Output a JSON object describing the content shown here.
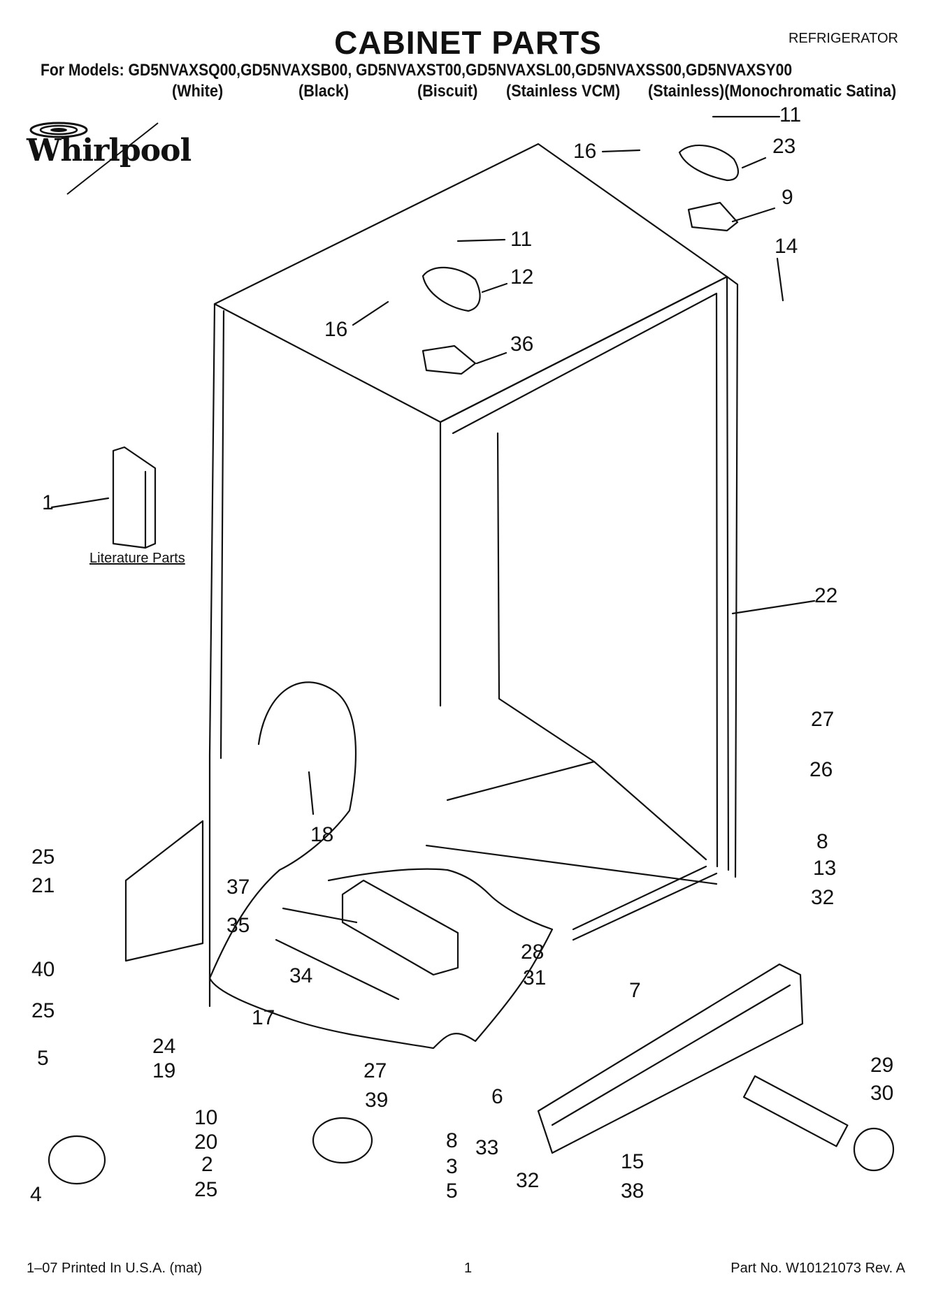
{
  "header": {
    "title": "CABINET PARTS",
    "doc_type": "REFRIGERATOR",
    "models_line": "For Models: GD5NVAXSQ00,GD5NVAXSB00, GD5NVAXST00,GD5NVAXSL00,GD5NVAXSS00,GD5NVAXSY00",
    "colors": [
      "(White)",
      "(Black)",
      "(Biscuit)",
      "(Stainless VCM)",
      "(Stainless)(Monochromatic Satina)"
    ]
  },
  "brand": "Whirlpool",
  "literature_label": "Literature Parts",
  "callouts": [
    "11",
    "23",
    "16",
    "9",
    "14",
    "11",
    "12",
    "16",
    "36",
    "1",
    "22",
    "27",
    "26",
    "18",
    "8",
    "13",
    "32",
    "25",
    "21",
    "37",
    "35",
    "28",
    "40",
    "31",
    "7",
    "34",
    "25",
    "17",
    "24",
    "19",
    "27",
    "5",
    "39",
    "6",
    "10",
    "20",
    "8",
    "33",
    "2",
    "3",
    "29",
    "30",
    "4",
    "25",
    "5",
    "32",
    "15",
    "38"
  ],
  "footer": {
    "printed": "1–07 Printed In U.S.A. (mat)",
    "page": "1",
    "part_no": "Part No. W10121073 Rev. A"
  }
}
